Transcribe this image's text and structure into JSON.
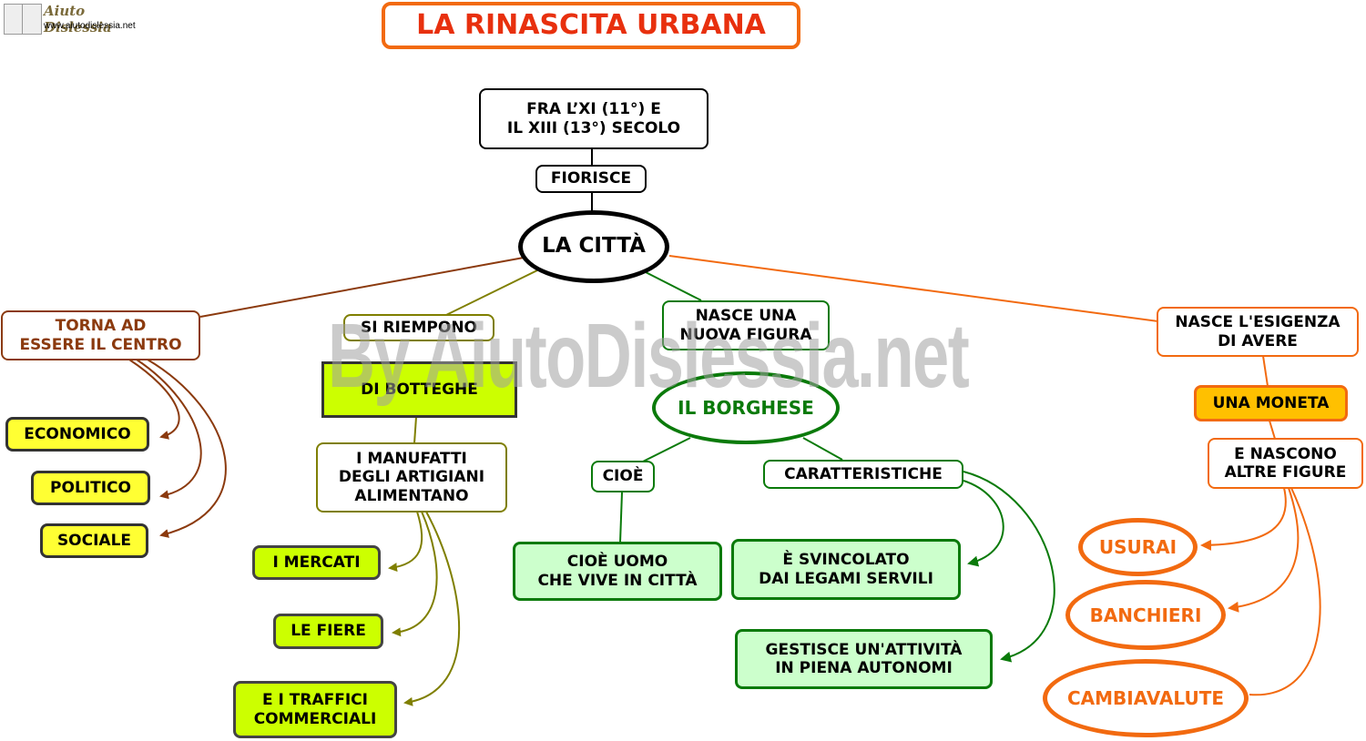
{
  "logo": {
    "name": "Aiuto Dislessia",
    "url": "www.aiutodislessia.net"
  },
  "watermark": "By AiutoDislessia.net",
  "title": "LA RINASCITA URBANA",
  "colors": {
    "brown": "#8b3a0e",
    "olive": "#7f7f00",
    "green": "#0a7a0a",
    "orange": "#f26a10",
    "yellow": "#ffff33",
    "lime": "#ccff00",
    "lightgreen": "#ccffcc",
    "amber": "#ffc000"
  },
  "nodes": {
    "period": "FRA L’XI (11°) E\nIL XIII (13°) SECOLO",
    "fiorisce": "FIORISCE",
    "citta": "LA CITTÀ",
    "torna": "TORNA AD\nESSERE IL CENTRO",
    "economico": "ECONOMICO",
    "politico": "POLITICO",
    "sociale": "SOCIALE",
    "riempono": "SI RIEMPONO",
    "botteghe": "DI BOTTEGHE",
    "manufatti": "I MANUFATTI\nDEGLI ARTIGIANI\nALIMENTANO",
    "mercati": "I MERCATI",
    "fiere": "LE FIERE",
    "traffici": "E I TRAFFICI\nCOMMERCIALI",
    "nuova": "NASCE UNA\nNUOVA FIGURA",
    "borghese": "IL  BORGHESE",
    "cioe": "CIOÈ",
    "cioe_uomo": "CIOÈ UOMO\nCHE VIVE IN CITTÀ",
    "caratteristiche": "CARATTERISTICHE",
    "svincolato": "È SVINCOLATO\nDAI LEGAMI SERVILI",
    "gestisce": "GESTISCE UN'ATTIVITÀ\nIN PIENA AUTONOMI",
    "esigenza": "NASCE L'ESIGENZA\nDI AVERE",
    "moneta": "UNA MONETA",
    "nascono": "E NASCONO\nALTRE FIGURE",
    "usurai": "USURAI",
    "banchieri": "BANCHIERI",
    "cambiavalute": "CAMBIAVALUTE"
  }
}
